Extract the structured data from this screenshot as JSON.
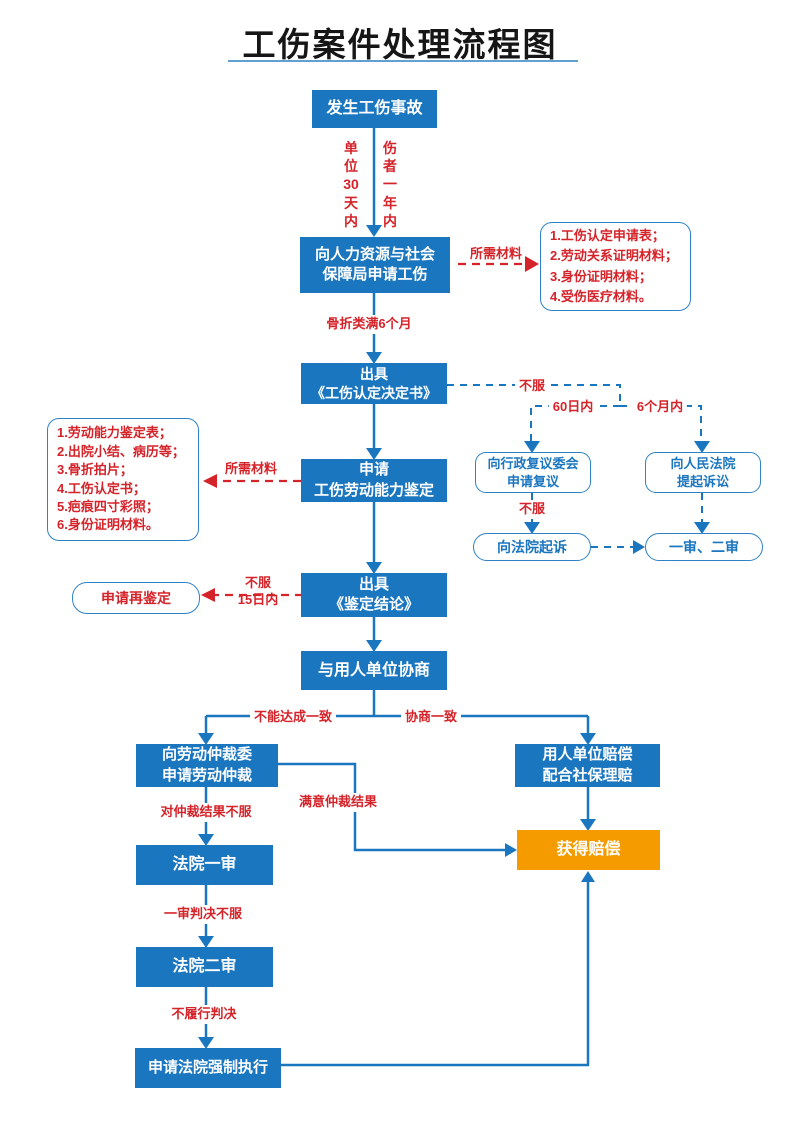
{
  "title": "工伤案件处理流程图",
  "nodes": {
    "accident": "发生工伤事故",
    "apply_hr": "向人力资源与社会\n保障局申请工伤",
    "decision": "出具\n《工伤认定决定书》",
    "apply_appraisal": "申请\n工伤劳动能力鉴定",
    "conclusion": "出具\n《鉴定结论》",
    "negotiate": "与用人单位协商",
    "arbitration": "向劳动仲裁委\n申请劳动仲裁",
    "employer_pay": "用人单位赔偿\n配合社保理赔",
    "compensation": "获得赔偿",
    "court_first": "法院一审",
    "court_second": "法院二审",
    "enforcement": "申请法院强制执行",
    "admin_review": "向行政复议委会\n申请复议",
    "file_lawsuit": "向人民法院\n提起诉讼",
    "sue_court": "向法院起诉",
    "trials": "一审、二审",
    "re_appraisal": "申请再鉴定"
  },
  "materials_apply": [
    "1.工伤认定申请表；",
    "2.劳动关系证明材料；",
    "3.身份证明材料；",
    "4.受伤医疗材料。"
  ],
  "materials_appraisal": [
    "1.劳动能力鉴定表；",
    "2.出院小结、病历等；",
    "3.骨折拍片；",
    "4.工伤认定书；",
    "5.疤痕四寸彩照；",
    "6.身份证明材料。"
  ],
  "labels": {
    "unit_30days": "单\n位\n30\n天\n内",
    "victim_1year": "伤\n者\n一\n年\n内",
    "materials_needed_right": "所需材料",
    "materials_needed_left": "所需材料",
    "fracture_6months": "骨折类满6个月",
    "dissatisfied_1": "不服",
    "within_60days": "60日内",
    "within_6months": "6个月内",
    "dissatisfied_2": "不服",
    "dissatisfied_15days": "不服\n15日内",
    "no_agreement": "不能达成一致",
    "agreement": "协商一致",
    "dissatisfied_arbitration": "对仲裁结果不服",
    "satisfied_arbitration": "满意仲裁结果",
    "dissatisfied_first_trial": "一审判决不服",
    "no_compliance": "不履行判决"
  },
  "colors": {
    "box_blue": "#1B76C0",
    "outline_blue": "#2E82C5",
    "accent_red": "#D5232A",
    "highlight_orange": "#F59B00",
    "title_underline": "#62A0D0"
  }
}
